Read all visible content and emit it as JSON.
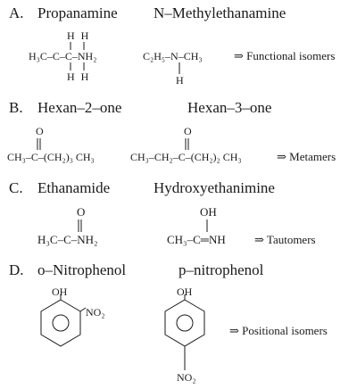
{
  "sections": [
    {
      "letter": "A.",
      "left": "Propanamine",
      "right": "N–Methylethanamine",
      "relation": "⇒ Functional isomers"
    },
    {
      "letter": "B.",
      "left": "Hexan–2–one",
      "right": "Hexan–3–one",
      "relation": "⇒ Metamers"
    },
    {
      "letter": "C.",
      "left": "Ethanamide",
      "right": "Hydroxyethanimine",
      "relation": "⇒ Tautomers"
    },
    {
      "letter": "D.",
      "left": "o–Nitrophenol",
      "right": "p–nitrophenol",
      "relation": "⇒ Positional isomers"
    }
  ],
  "structures": {
    "a_left_h_top": "H H",
    "a_left_chain": "H₃C–C–C–NH₂",
    "a_left_h_bottom": "H H",
    "a_right_chain": "C₂H₅–N–CH₃",
    "a_right_h": "H",
    "b_left_o": "O",
    "b_left_chain": "CH₃–C–(CH₂)₃ CH₃",
    "b_right_o": "O",
    "b_right_chain": "CH₃–CH₂–C–(CH₂)₂ CH₃",
    "c_left_o": "O",
    "c_left_chain": "H₃C–C–NH₂",
    "c_right_oh": "OH",
    "c_right_chain": "CH₃–C═NH",
    "d_left_oh": "OH",
    "d_left_no2": "NO₂",
    "d_right_oh": "OH",
    "d_right_no2": "NO₂"
  }
}
